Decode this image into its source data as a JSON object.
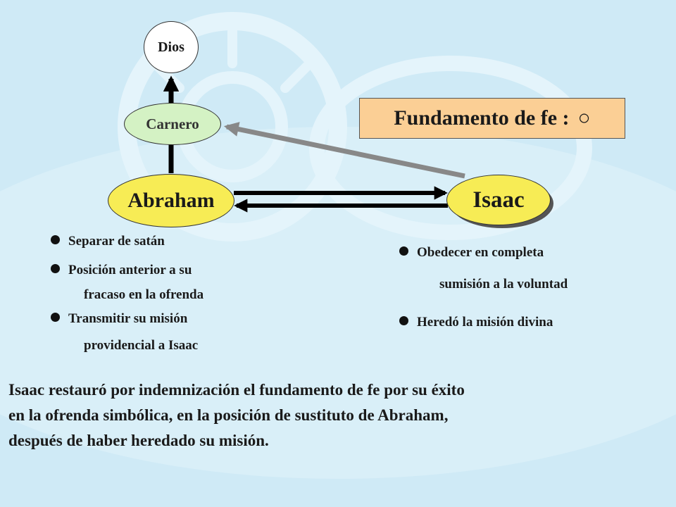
{
  "nodes": {
    "dios": "Dios",
    "carnero": "Carnero",
    "abraham": "Abraham",
    "isaac": "Isaac"
  },
  "title_box": {
    "label": "Fundamento de fe :",
    "symbol": "○"
  },
  "abraham_points": [
    {
      "line1": "Separar de satán"
    },
    {
      "line1": "Posición anterior a su",
      "line2": "fracaso en la ofrenda"
    },
    {
      "line1": "Transmitir su misión",
      "line2": "providencial a Isaac"
    }
  ],
  "isaac_points": [
    {
      "line1": "Obedecer en completa",
      "line2": "sumisión a la voluntad"
    },
    {
      "line1": "Heredó la misión divina"
    }
  ],
  "summary": {
    "line1": "Isaac restauró por indemnización el fundamento de fe por su éxito",
    "line2": "en la ofrenda simbólica, en la posición de sustituto de Abraham,",
    "line3": "después de haber heredado su misión."
  },
  "colors": {
    "background": "#cfeaf6",
    "node_yellow": "#f7ec55",
    "node_green": "#d4f2c4",
    "title_box": "#fbcf95",
    "arrow_black": "#000000",
    "arrow_gray": "#888888"
  }
}
